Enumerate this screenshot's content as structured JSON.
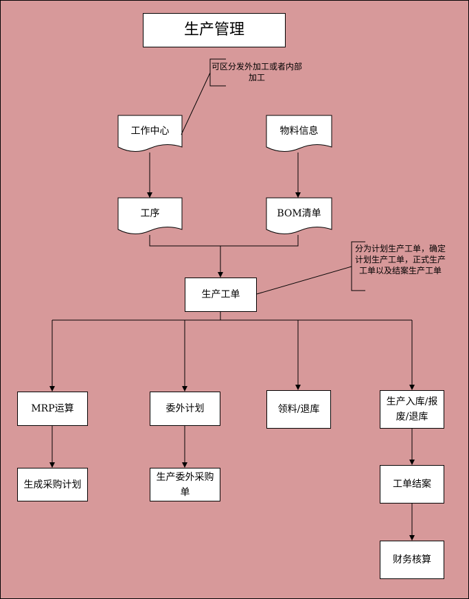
{
  "title": "生产管理",
  "notes": {
    "work_center": "可区分发外加工或者内部加工",
    "work_order": "分为计划生产工单，确定计划生产工单，正式生产工单以及结案生产工单"
  },
  "nodes": {
    "work_center": "工作中心",
    "material_info": "物料信息",
    "process": "工序",
    "bom": "BOM清单",
    "work_order": "生产工单",
    "mrp": "MRP运算",
    "outsource_plan": "委外计划",
    "pick_return": "领料/退库",
    "stock_in": "生产入库/报废/退库",
    "purchase_plan": "生成采购计划",
    "outsource_po": "生产委外采购单",
    "close_order": "工单结案",
    "cost_check": "财务核算"
  },
  "colors": {
    "background": "#D7999A",
    "box": "#FFFFFF",
    "line": "#000000"
  }
}
